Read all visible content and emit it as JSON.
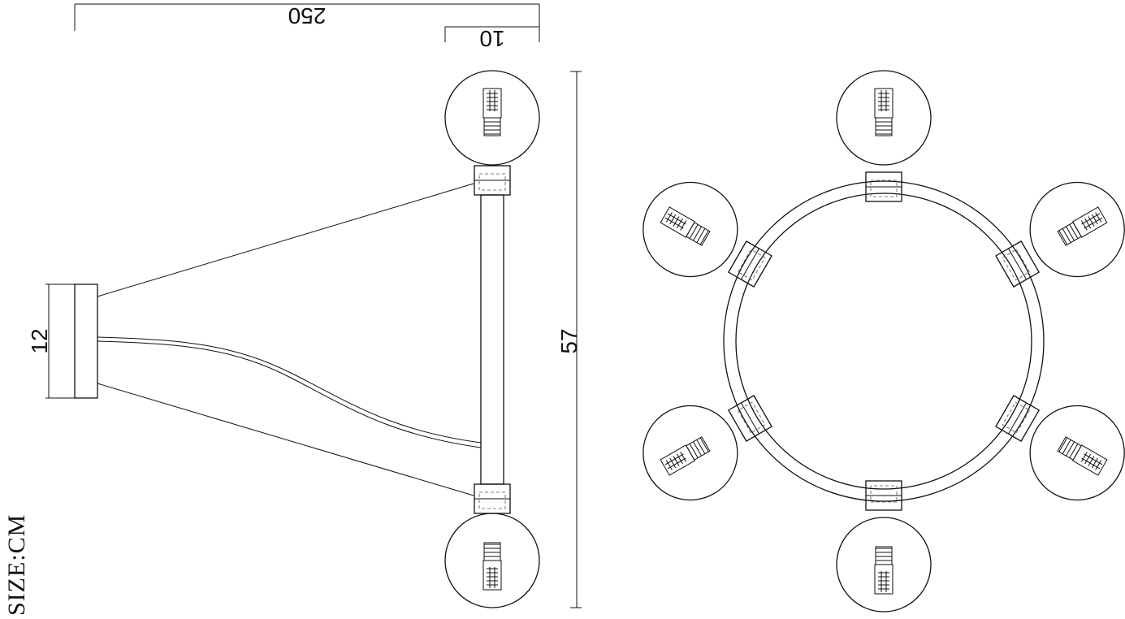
{
  "dimensions": {
    "length": "250",
    "offset": "10",
    "height": "57",
    "canopy": "12"
  },
  "unit_label": "SIZE:CM",
  "views": {
    "side": {
      "globes": 2
    },
    "top": {
      "globes": 6
    }
  },
  "colors": {
    "line": "#111111",
    "background": "#ffffff"
  }
}
